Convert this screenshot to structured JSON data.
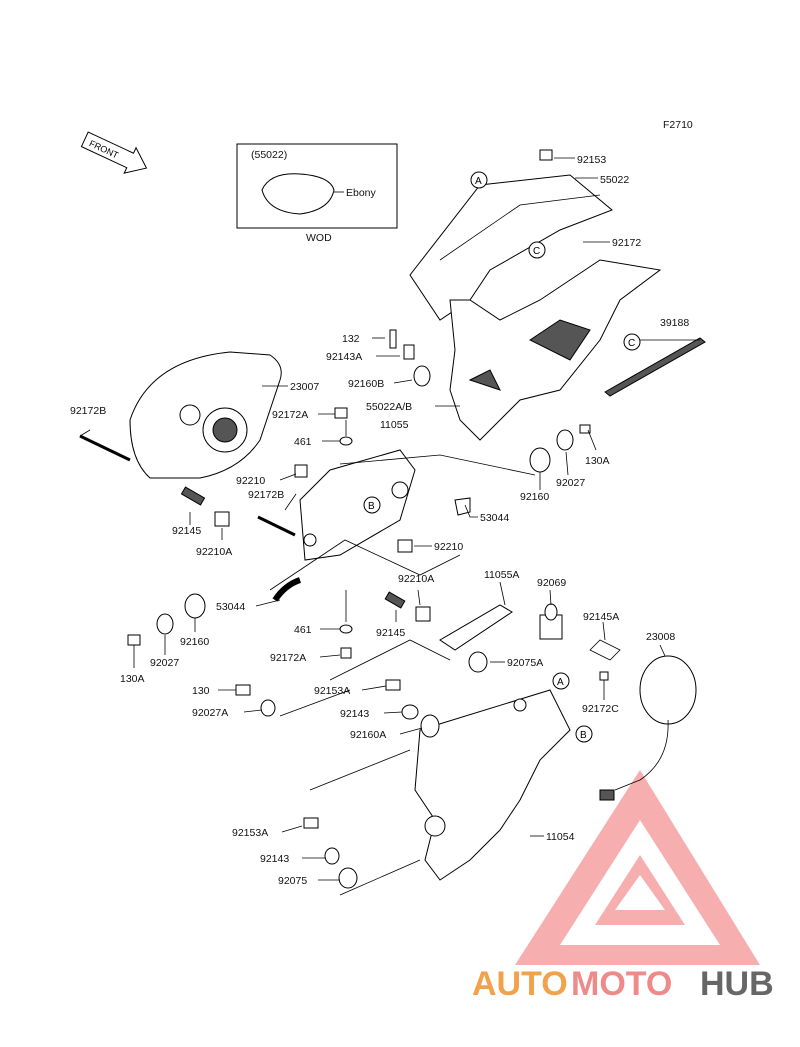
{
  "figure_code": "F2710",
  "front_label": "FRONT",
  "inset": {
    "part": "(55022)",
    "variant": "Ebony",
    "footer": "WOD"
  },
  "callouts": [
    "A",
    "B",
    "C"
  ],
  "part_labels": {
    "p92153": "92153",
    "p55022": "55022",
    "p92172": "92172",
    "p39188": "39188",
    "p132": "132",
    "p92143A": "92143A",
    "p92160B": "92160B",
    "p55022AB": "55022A/B",
    "p23007": "23007",
    "p92172B_left": "92172B",
    "p92172A_top": "92172A",
    "p461_top": "461",
    "p11055": "11055",
    "p130A_right": "130A",
    "p92210_top": "92210",
    "p92172B_mid": "92172B",
    "p92027_right": "92027",
    "p92160_right": "92160",
    "p53044_right": "53044",
    "p92145_left": "92145",
    "p92210A_left": "92210A",
    "p92210_mid": "92210",
    "p92210A_mid": "92210A",
    "p11055A": "11055A",
    "p92069": "92069",
    "p53044_left": "53044",
    "p92145_mid": "92145",
    "p92145A": "92145A",
    "p23008": "23008",
    "p461_bottom": "461",
    "p92160_left": "92160",
    "p92027_left": "92027",
    "p130A_left": "130A",
    "p92172A_bottom": "92172A",
    "p92075A": "92075A",
    "p130": "130",
    "p92153A_top": "92153A",
    "p92172C": "92172C",
    "p92027A": "92027A",
    "p92143_top": "92143",
    "p92160A": "92160A",
    "p92153A_bottom": "92153A",
    "p11054": "11054",
    "p92143_bottom": "92143",
    "p92075": "92075"
  },
  "watermark": {
    "part1": "AUTO",
    "part2": "MOTO",
    "part3": "HUB"
  },
  "colors": {
    "watermark_orange": "#f2a24b",
    "watermark_red": "#ef8a8a",
    "watermark_gray": "#666666"
  }
}
